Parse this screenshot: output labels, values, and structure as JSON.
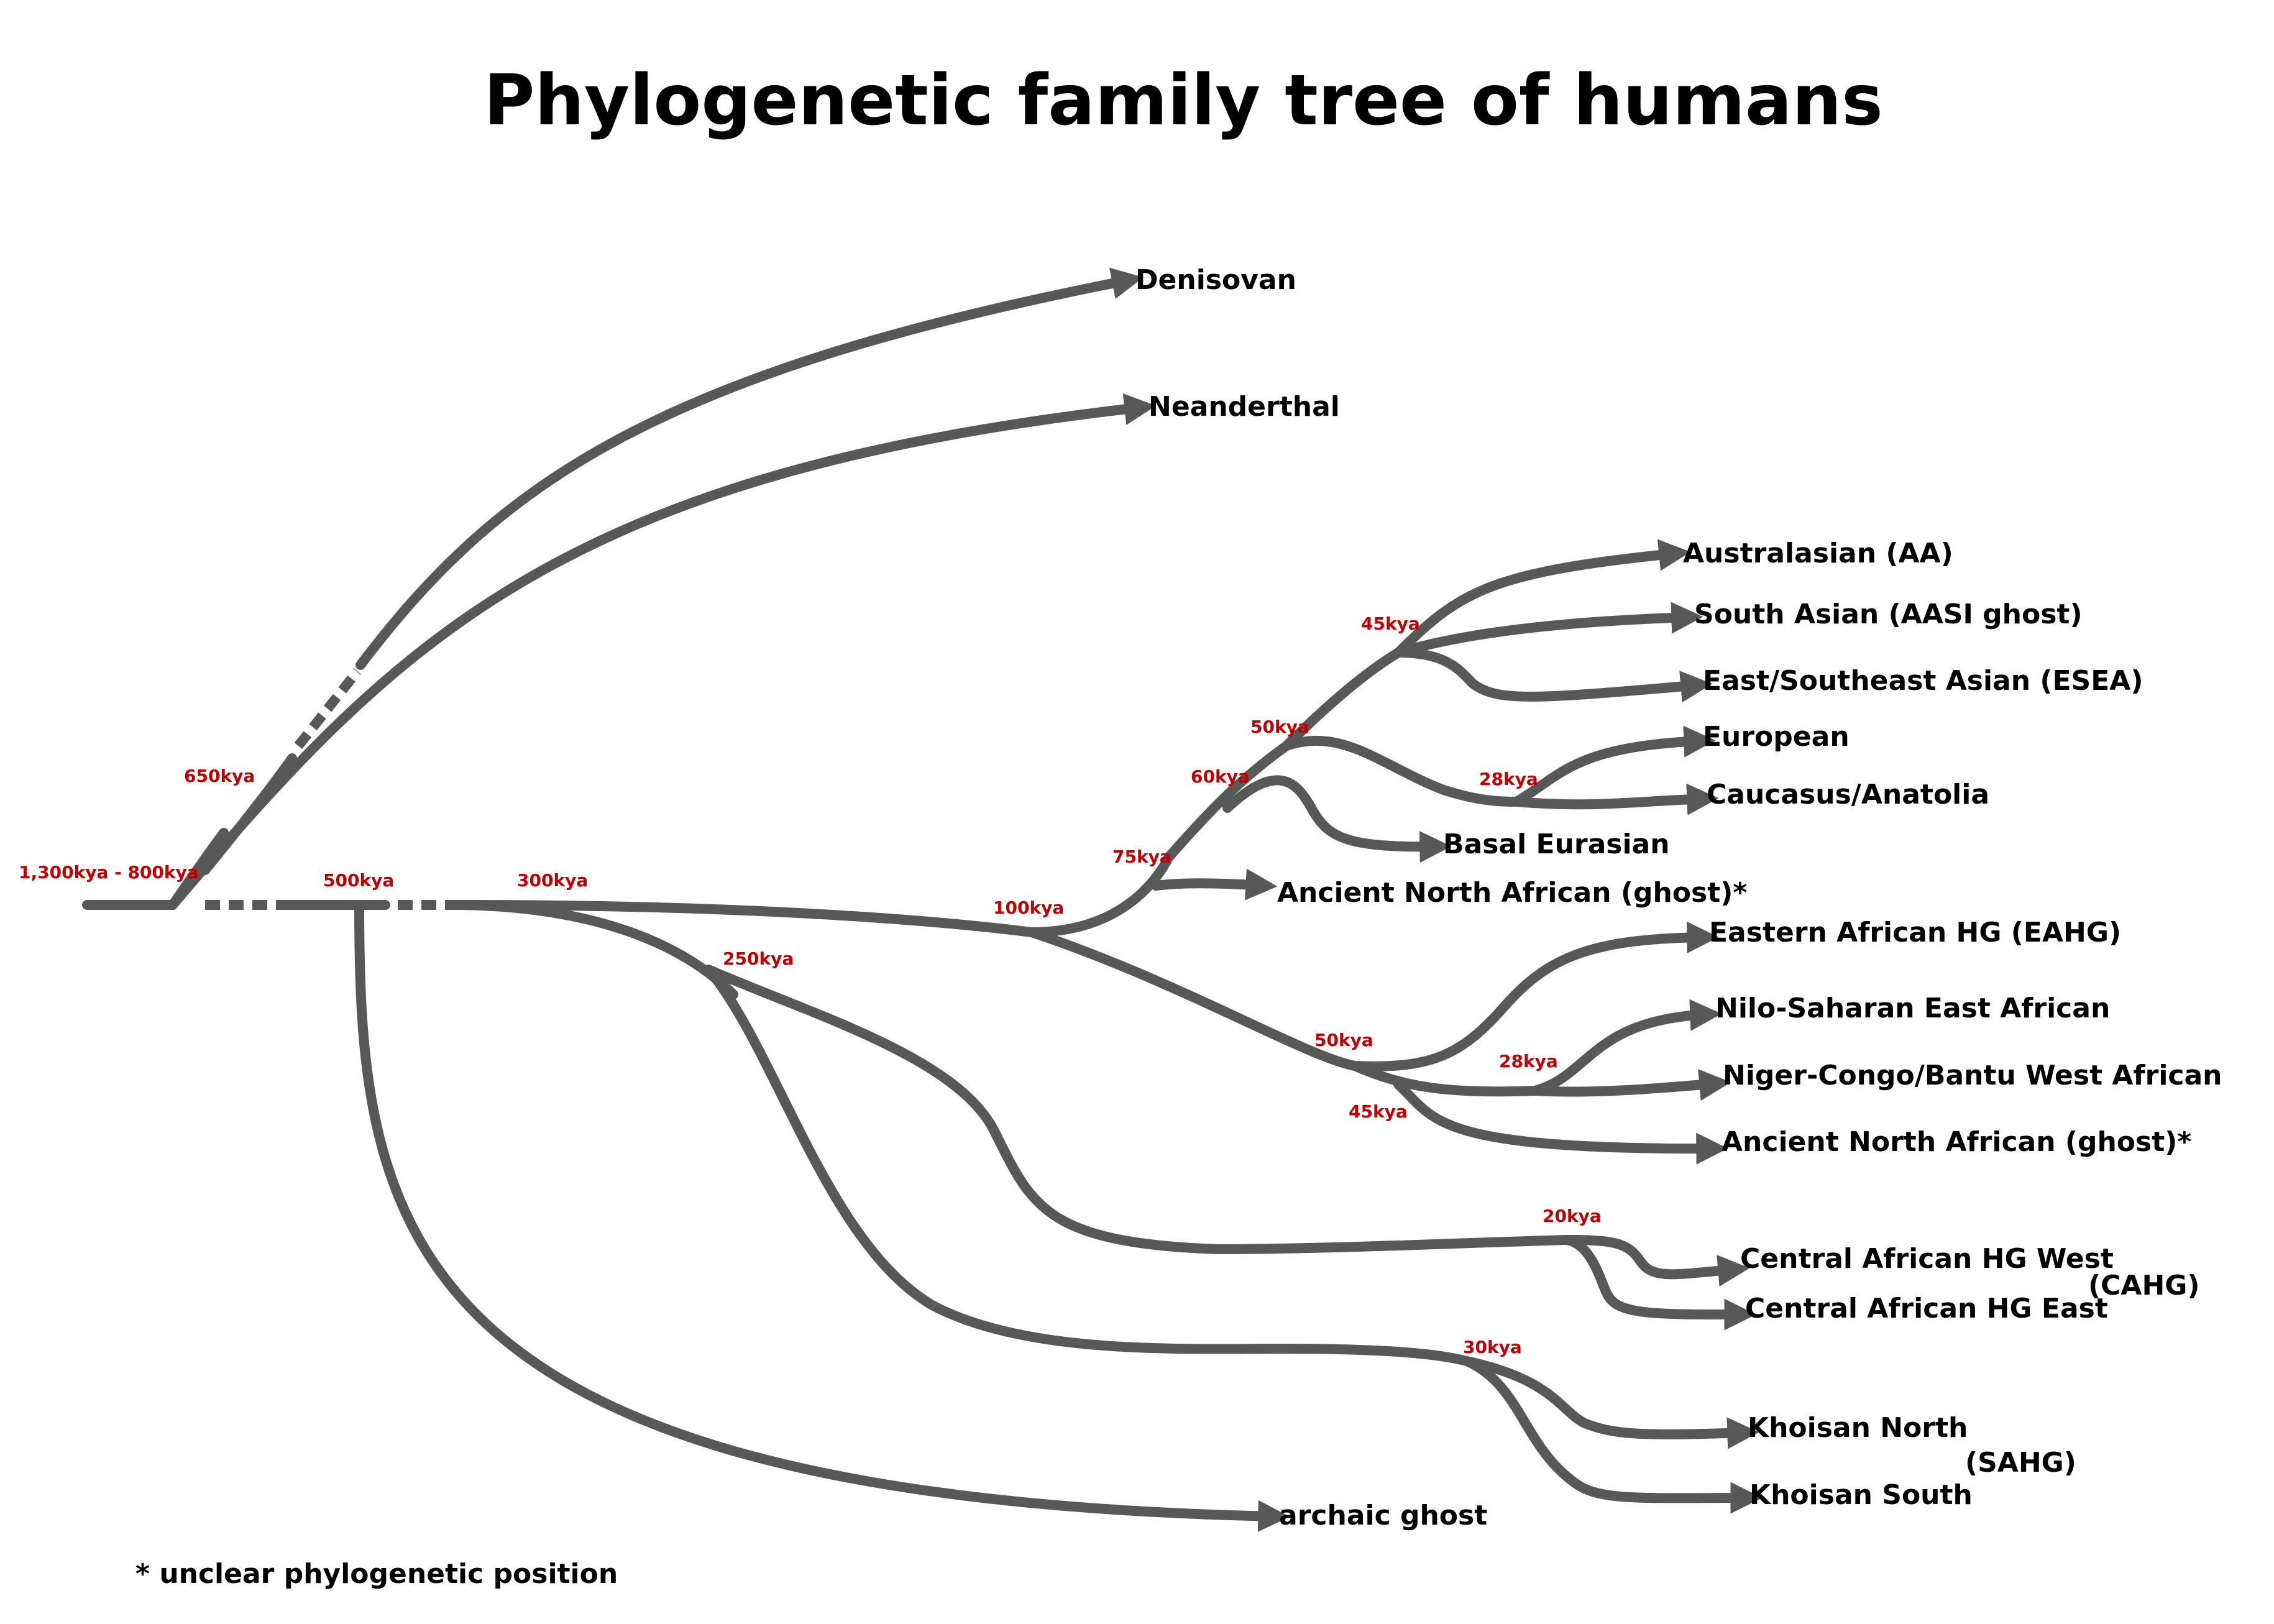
{
  "title": "Phylogenetic family tree of humans",
  "colors": {
    "branch": "#585858",
    "age_label": "#c00000",
    "text": "#000000",
    "background": "#ffffff"
  },
  "tips": {
    "denisovan": "Denisovan",
    "neanderthal": "Neanderthal",
    "australasian": "Australasian (AA)",
    "south_asian": "South Asian (AASI ghost)",
    "east_southeast_asian": "East/Southeast Asian (ESEA)",
    "european": "European",
    "caucasus_anatolia": "Caucasus/Anatolia",
    "basal_eurasian": "Basal Eurasian",
    "ancient_north_african_1": "Ancient North African (ghost)*",
    "eastern_african_hg": "Eastern African HG (EAHG)",
    "nilo_saharan": "Nilo-Saharan East African",
    "niger_congo": "Niger-Congo/Bantu West African",
    "ancient_north_african_2": "Ancient North African (ghost)*",
    "central_african_west": "Central African HG West",
    "central_african_east": "Central African HG East",
    "khoisan_north": "Khoisan North",
    "khoisan_south": "Khoisan South",
    "archaic_ghost": "archaic ghost"
  },
  "group_labels": {
    "cahg": "(CAHG)",
    "sahg": "(SAHG)"
  },
  "split_ages": {
    "root": "1,300kya - 800kya",
    "archaic_split": "650kya",
    "ghost_split": "500kya",
    "modern_split": "300kya",
    "central_khoisan_split": "250kya",
    "ooa_split": "100kya",
    "ana_split": "75kya",
    "basal_split": "60kya",
    "west_east_split": "50kya",
    "asia_split": "45kya",
    "europe_split": "28kya",
    "africa_split": "50kya",
    "africa_ana_split": "45kya",
    "nilo_niger_split": "28kya",
    "cahg_split": "20kya",
    "sahg_split": "30kya"
  },
  "footnote": "* unclear phylogenetic position"
}
